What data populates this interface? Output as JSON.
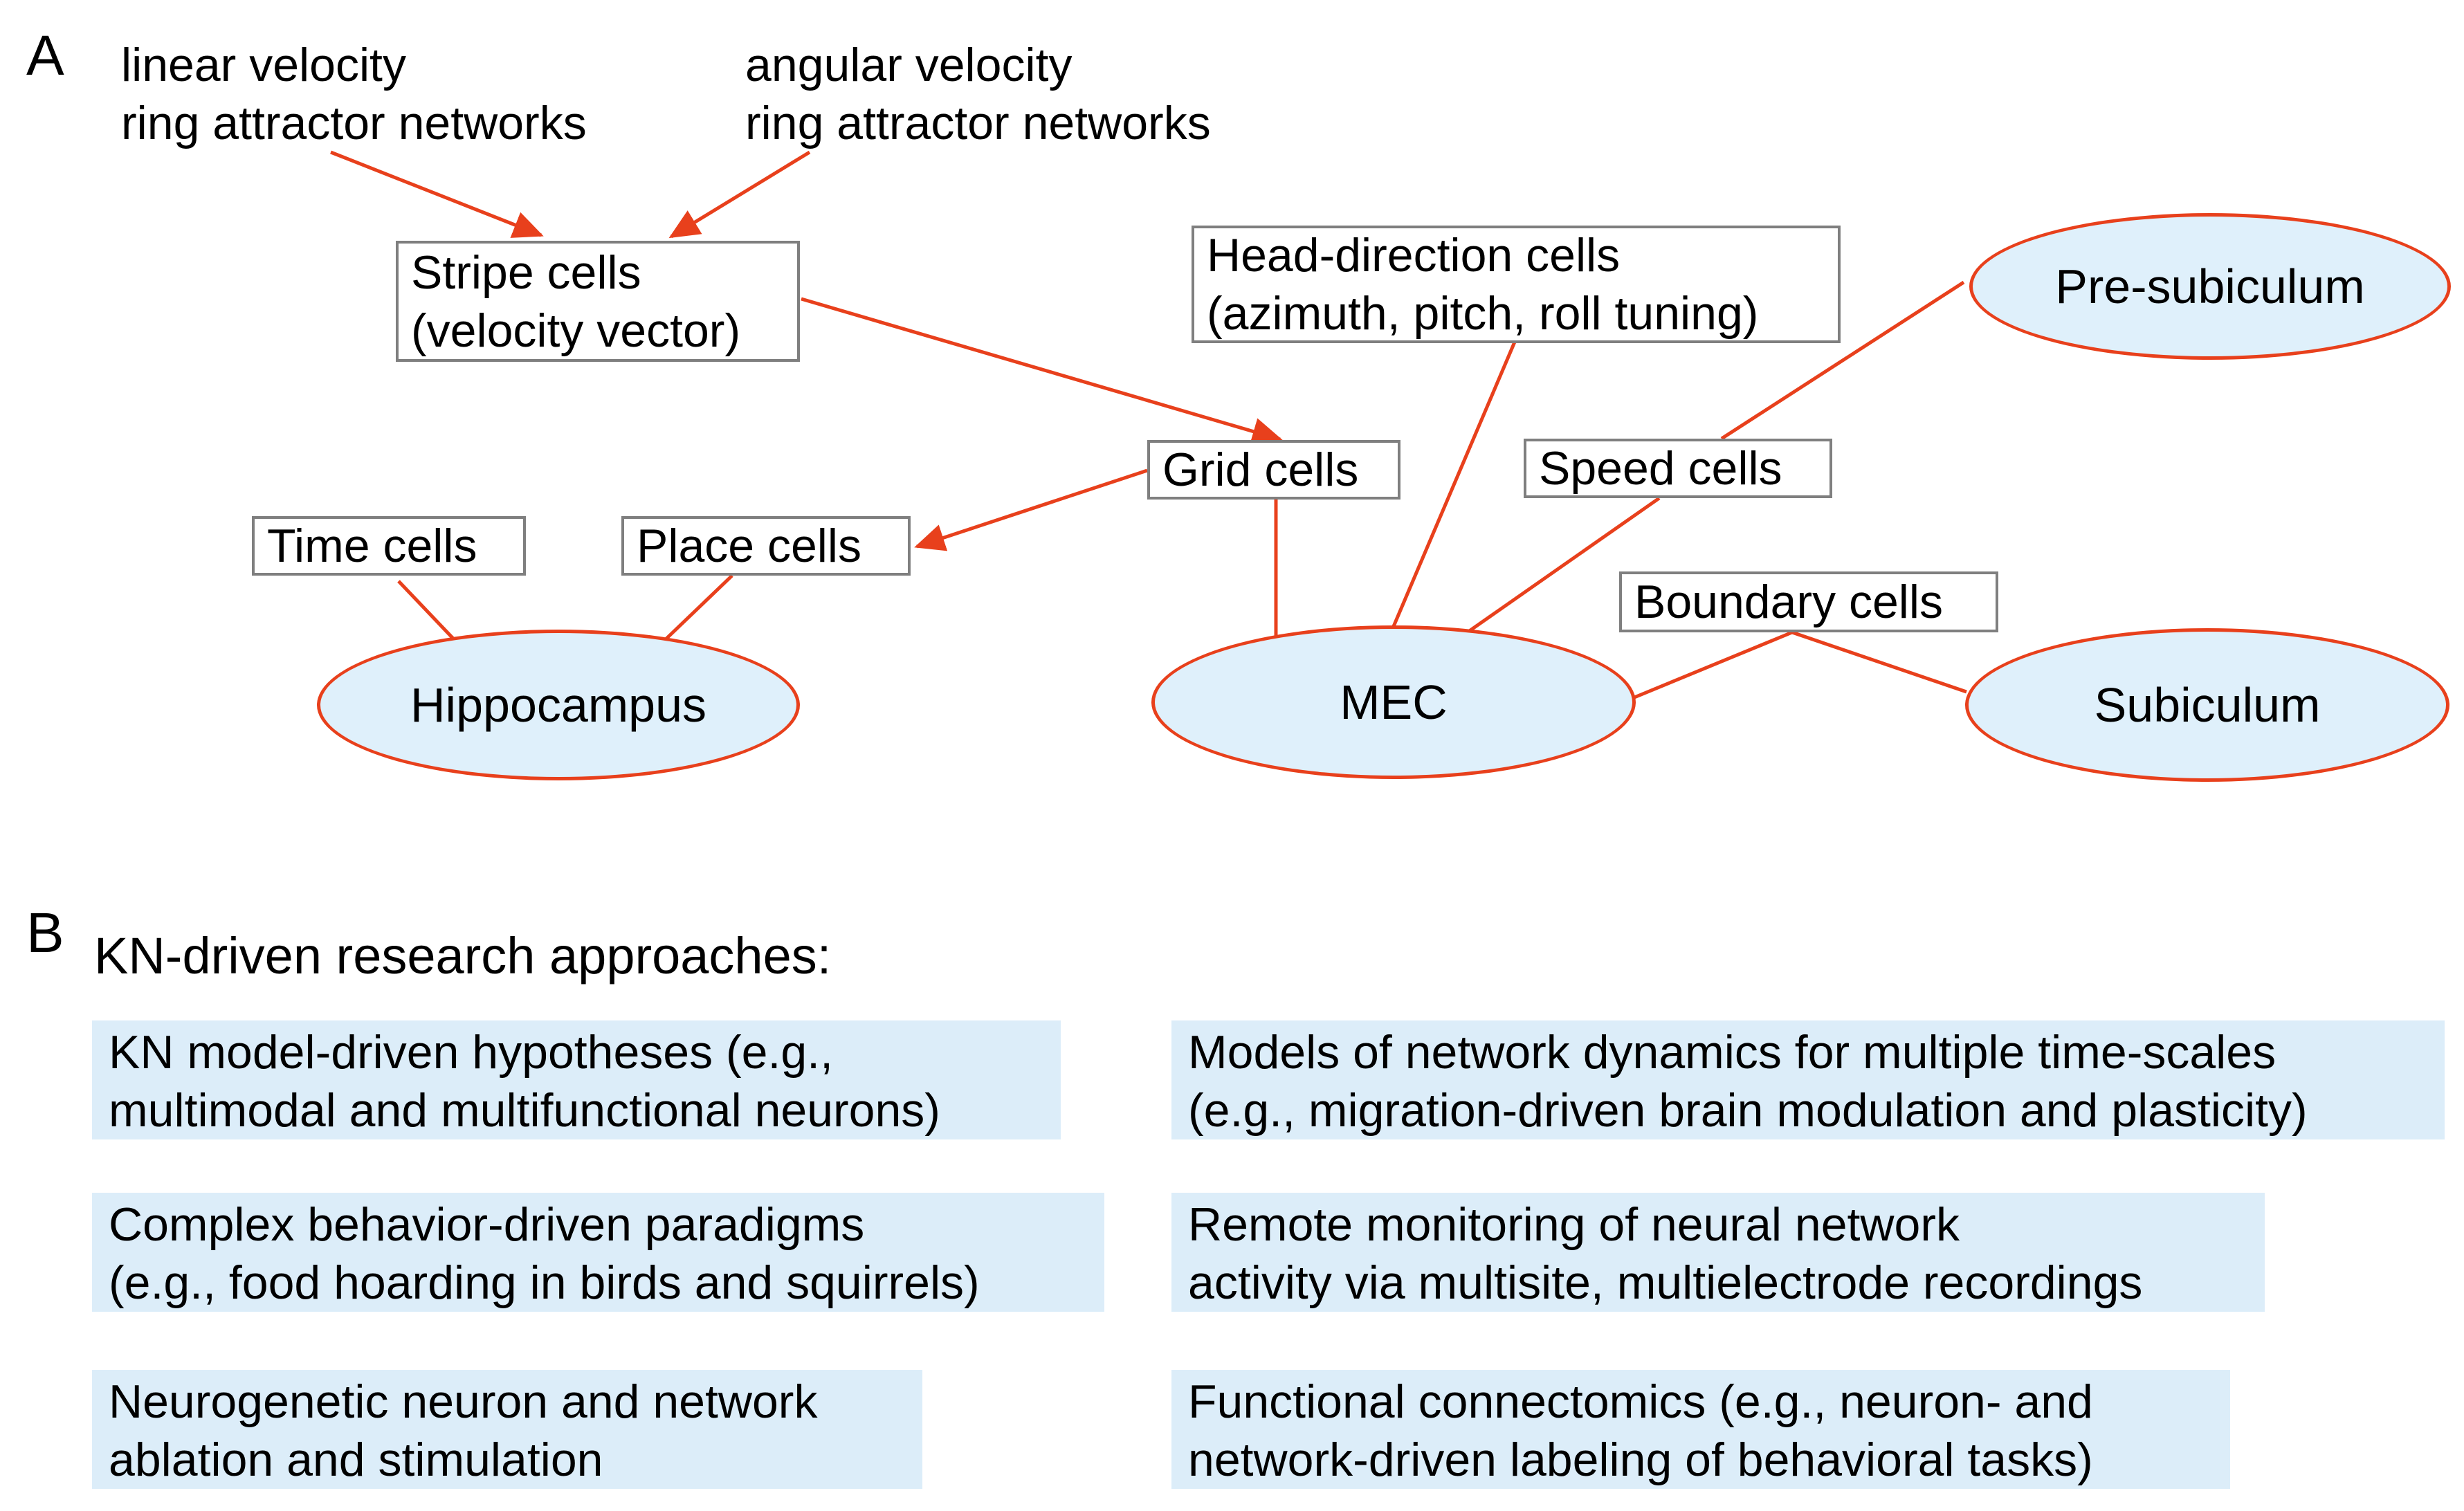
{
  "panel_a": {
    "letter": "A",
    "linear_input": "linear velocity\nring attractor networks",
    "angular_input": "angular velocity\nring attractor networks",
    "stripe_cells": "Stripe cells\n(velocity vector)",
    "head_direction_cells": "Head-direction cells\n(azimuth, pitch, roll tuning)",
    "grid_cells": "Grid cells",
    "speed_cells": "Speed cells",
    "time_cells": "Time cells",
    "place_cells": "Place cells",
    "boundary_cells": "Boundary cells",
    "hippocampus": "Hippocampus",
    "mec": "MEC",
    "pre_subiculum": "Pre-subiculum",
    "subiculum": "Subiculum"
  },
  "panel_b": {
    "letter": "B",
    "heading": "KN-driven research approaches:",
    "approaches": [
      "KN model-driven hypotheses (e.g.,\nmultimodal and multifunctional neurons)",
      "Models of network dynamics for multiple time-scales\n(e.g., migration-driven brain modulation and plasticity)",
      "Complex behavior-driven paradigms\n(e.g., food hoarding in birds and squirrels)",
      "Remote monitoring of neural network\nactivity via multisite, multielectrode recordings",
      "Neurogenetic neuron and network\nablation and stimulation",
      "Functional connectomics (e.g., neuron- and\nnetwork-driven labeling of behavioral tasks)"
    ]
  },
  "colors": {
    "connector": "#e8401c",
    "region_fill": "#dff0fb",
    "approach_fill": "#dcedf9",
    "box_border": "#7f7f7f"
  }
}
